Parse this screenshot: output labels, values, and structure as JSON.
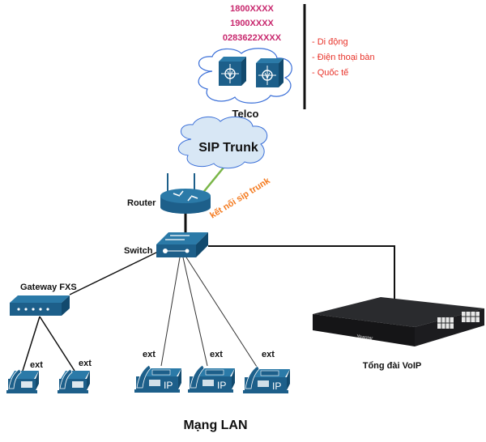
{
  "telco": {
    "numbers": [
      "1800XXXX",
      "1900XXXX",
      "0283622XXXX"
    ],
    "services": [
      "- Di động",
      "- Điện thoại bàn",
      "- Quốc tế"
    ],
    "label": "Telco"
  },
  "sip_trunk": {
    "label": "SIP Trunk"
  },
  "router": {
    "label": "Router"
  },
  "connection": {
    "label": "kết nối sip trunk"
  },
  "switch": {
    "label": "Switch"
  },
  "gateway": {
    "label": "Gateway FXS"
  },
  "pbx": {
    "label": "Tổng đài VoIP",
    "brand": "Yeastar"
  },
  "phones": {
    "analog": [
      {
        "label": "ext"
      },
      {
        "label": "ext"
      }
    ],
    "ip": [
      {
        "label": "ext",
        "badge": "IP"
      },
      {
        "label": "ext",
        "badge": "IP"
      },
      {
        "label": "ext",
        "badge": "IP"
      }
    ]
  },
  "lan_label": "Mạng LAN",
  "colors": {
    "device_blue": "#1d5f8a",
    "numbers": "#c8286e",
    "services": "#e8332a",
    "connection": "#f47b20",
    "sip_link": "#7ab648",
    "cloud_fill": "#d8e7f5",
    "cloud_stroke": "#3a6fd8"
  }
}
